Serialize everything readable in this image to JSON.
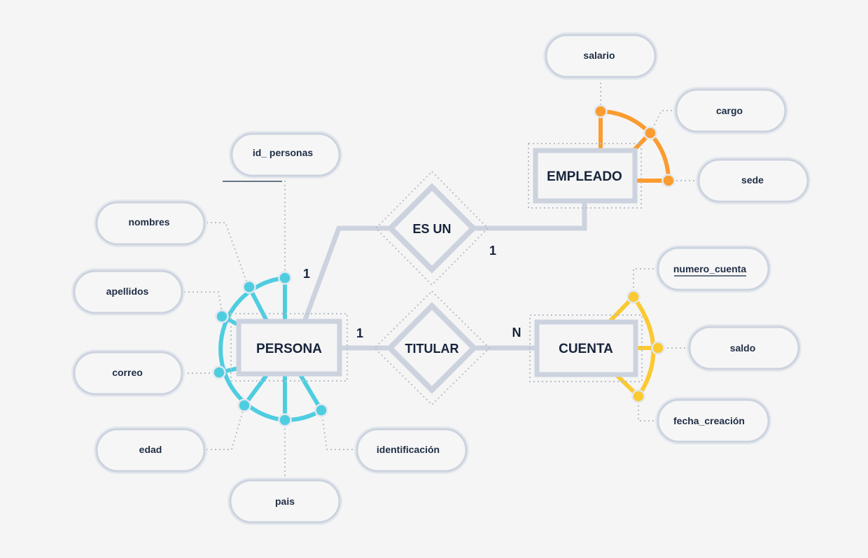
{
  "entities": {
    "persona": "PERSONA",
    "empleado": "EMPLEADO",
    "cuenta": "CUENTA"
  },
  "relationships": {
    "es_un": "ES UN",
    "titular": "TITULAR"
  },
  "cardinality": {
    "persona_es_un": "1",
    "empleado_es_un": "1",
    "persona_titular": "1",
    "cuenta_titular": "N"
  },
  "attributes": {
    "persona": {
      "id_personas": "id_ personas",
      "nombres": "nombres",
      "apellidos": "apellidos",
      "correo": "correo",
      "edad": "edad",
      "pais": "pais",
      "identificacion": "identificación"
    },
    "empleado": {
      "salario": "salario",
      "cargo": "cargo",
      "sede": "sede"
    },
    "cuenta": {
      "numero_cuenta": "numero_cuenta",
      "saldo": "saldo",
      "fecha_creacion": "fecha_creación"
    }
  },
  "colors": {
    "background": "#f5f5f5",
    "shape_stroke": "#ccd3df",
    "persona_accent": "#4fcde0",
    "empleado_accent": "#fb9c2f",
    "cuenta_accent": "#fbc932",
    "dotted": "#b9bfc8",
    "text": "#17243b"
  }
}
